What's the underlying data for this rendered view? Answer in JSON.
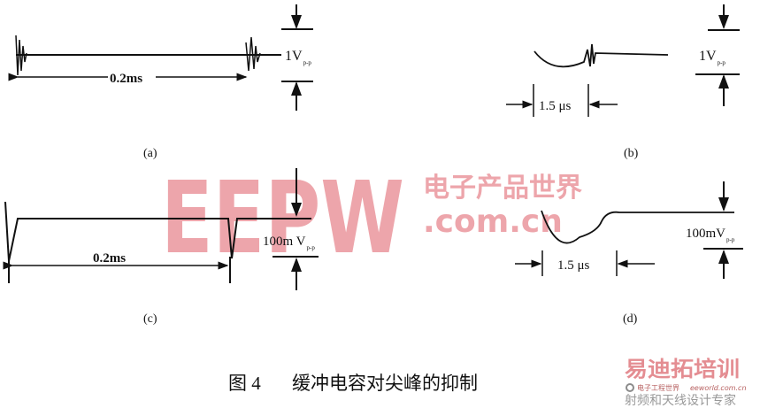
{
  "panels": {
    "a": {
      "label": "(a)",
      "period": "0.2ms",
      "amplitude": "1V",
      "amplitude_sub": "p-p"
    },
    "b": {
      "label": "(b)",
      "duration": "1.5 μs",
      "amplitude": "1V",
      "amplitude_sub": "p-p"
    },
    "c": {
      "label": "(c)",
      "period": "0.2ms",
      "amplitude": "100m V",
      "amplitude_sub": "p-p"
    },
    "d": {
      "label": "(d)",
      "duration": "1.5 μs",
      "amplitude": "100mV",
      "amplitude_sub": "p-p"
    }
  },
  "caption": {
    "figure": "图 4",
    "text": "缓冲电容对尖峰的抑制"
  },
  "watermark": {
    "logo": "EEPW",
    "cn": "电子产品世界",
    "domain": ".com.cn",
    "color": "#e8888f"
  },
  "logo2": {
    "title": "易迪拓培训",
    "sub": "射频和天线设计专家",
    "small": "电子工程世界",
    "url": "eeworld.com.cn"
  }
}
